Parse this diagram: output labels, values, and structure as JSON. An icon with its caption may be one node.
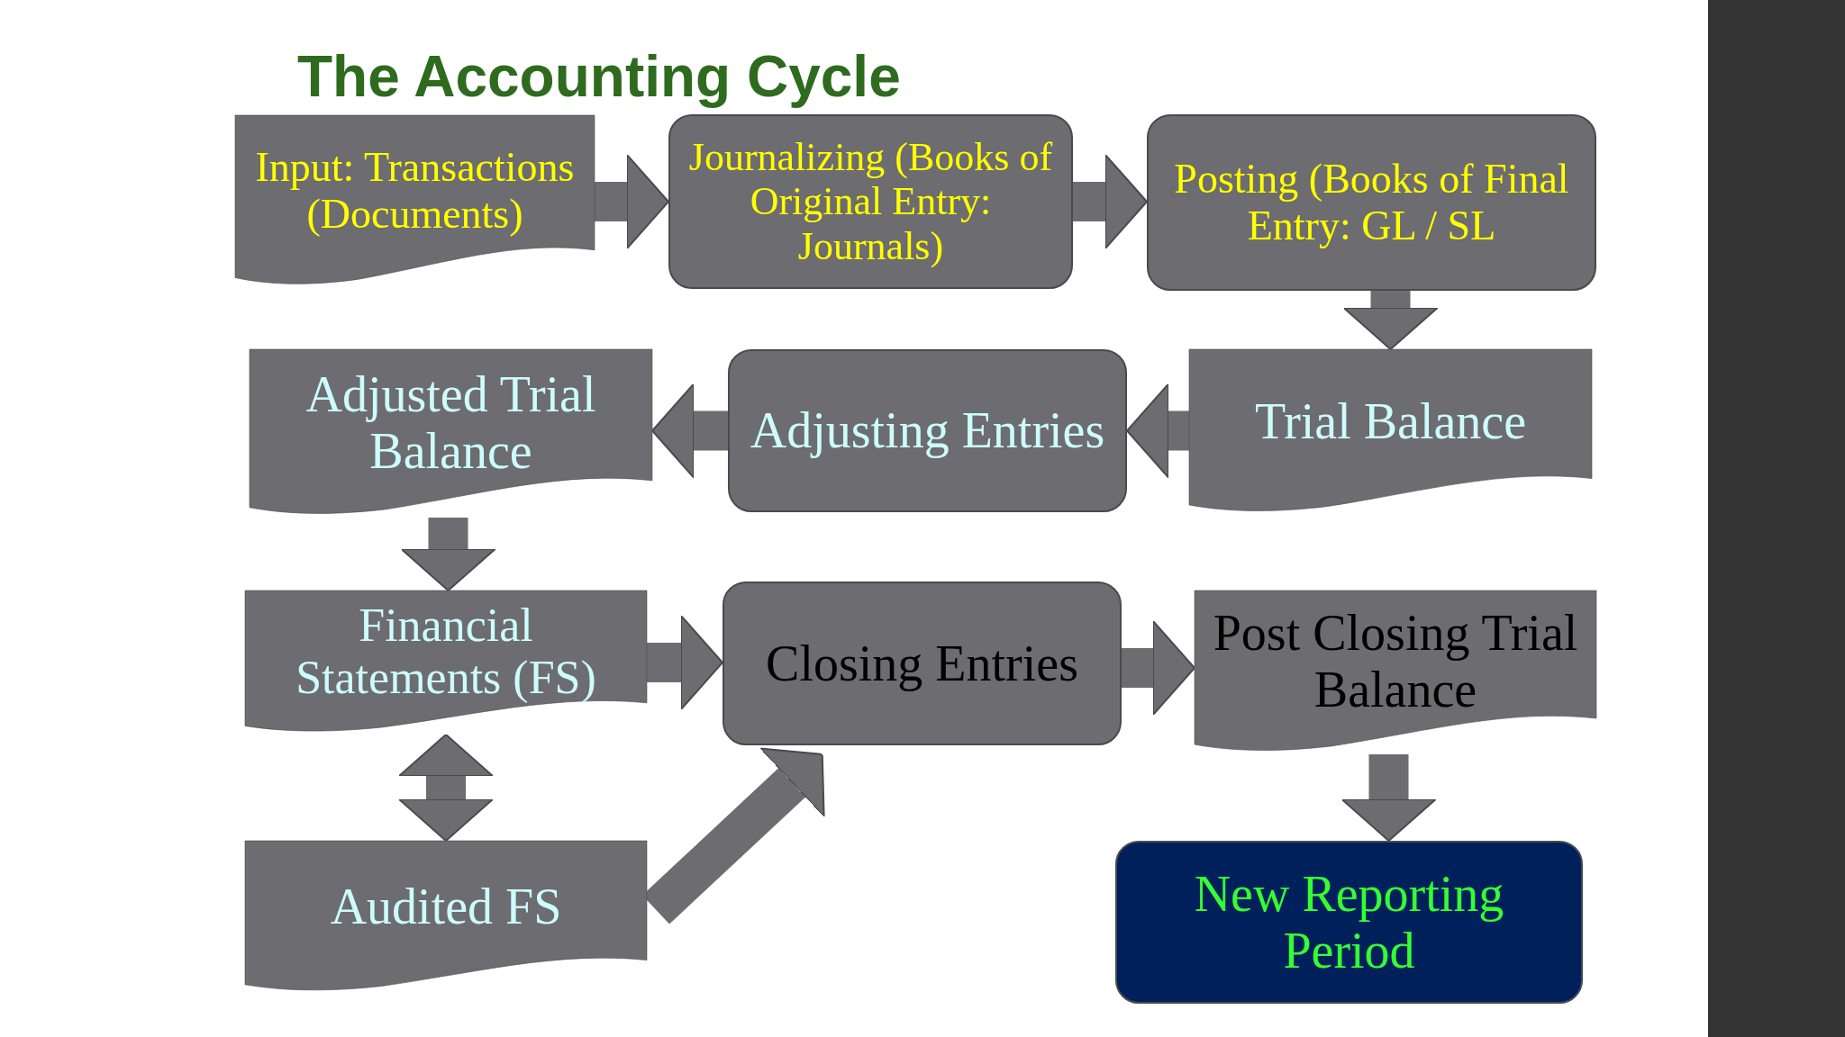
{
  "diagram": {
    "title": "The Accounting Cycle",
    "nodes": [
      {
        "text": [
          "Input: Transactions (Documents)"
        ]
      },
      {
        "text": [
          "Journalizing (Books of Original Entry: Journals)"
        ]
      },
      {
        "text": [
          "Posting (Books of Final Entry: GL / SL"
        ]
      },
      {
        "text": [
          "Trial Balance"
        ]
      },
      {
        "text": [
          "Adjusting Entries"
        ]
      },
      {
        "text": [
          "Adjusted Trial Balance"
        ]
      },
      {
        "text": [
          "Financial Statements (FS)"
        ]
      },
      {
        "text": [
          "Closing Entries"
        ]
      },
      {
        "text": [
          "Post Closing Trial Balance"
        ]
      },
      {
        "text": [
          "Audited FS"
        ]
      },
      {
        "text": [
          "New Reporting Period"
        ]
      }
    ],
    "edges": [
      {
        "from": 0,
        "to": 1,
        "arrow": "to"
      },
      {
        "from": 1,
        "to": 2,
        "arrow": "to"
      },
      {
        "from": 2,
        "to": 3,
        "arrow": "to"
      },
      {
        "from": 3,
        "to": 4,
        "arrow": "to"
      },
      {
        "from": 4,
        "to": 5,
        "arrow": "to"
      },
      {
        "from": 5,
        "to": 6,
        "arrow": "to"
      },
      {
        "from": 6,
        "to": 9,
        "arrow": "both"
      },
      {
        "from": 6,
        "to": 7,
        "arrow": "to"
      },
      {
        "from": 7,
        "to": 8,
        "arrow": "to"
      },
      {
        "from": 8,
        "to": 10,
        "arrow": "to"
      },
      {
        "from": 9,
        "to": 7,
        "arrow": "to"
      }
    ]
  }
}
